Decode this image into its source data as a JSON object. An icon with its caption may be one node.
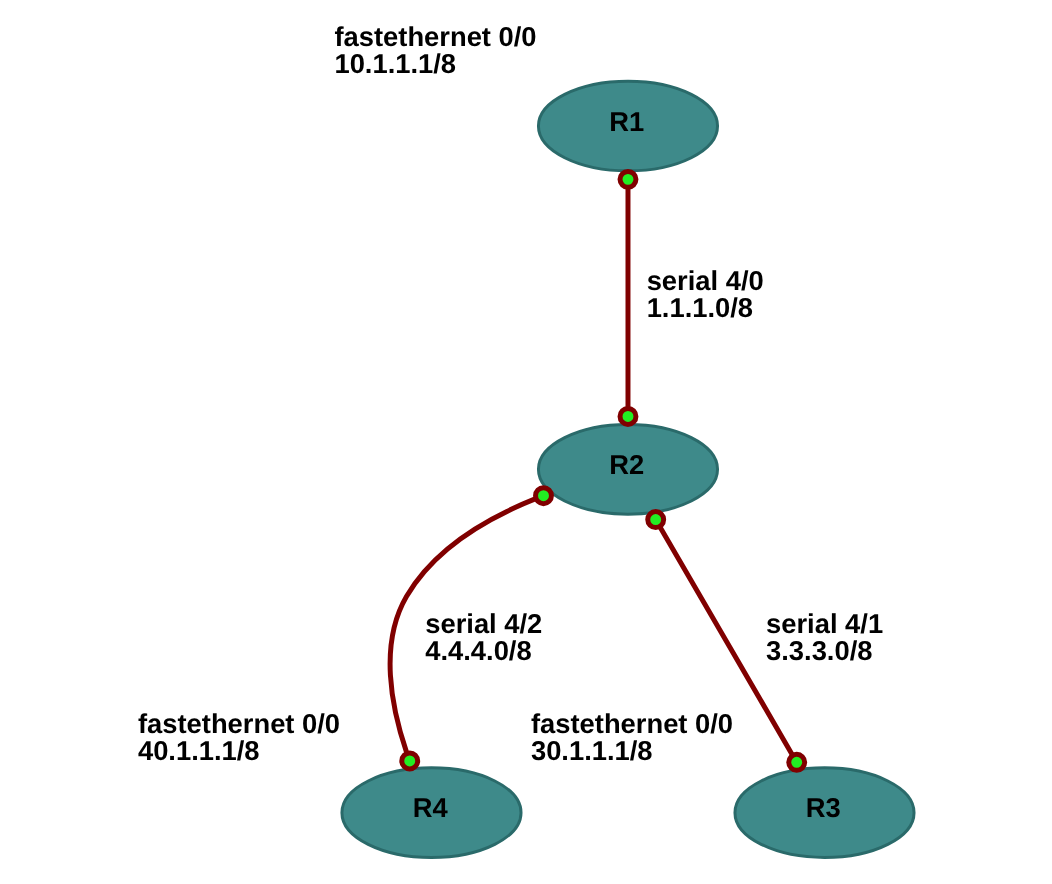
{
  "diagram": {
    "nodes": [
      {
        "text": [
          "R1"
        ],
        "beside": [
          "fastethernet 0/0 10.1.1.1/8"
        ]
      },
      {
        "text": [
          "R2"
        ]
      },
      {
        "text": [
          "R4"
        ],
        "beside": [
          "fastethernet 0/0 40.1.1.1/8"
        ]
      },
      {
        "text": [
          "R3"
        ],
        "beside": [
          "fastethernet 0/0 30.1.1.1/8"
        ]
      }
    ],
    "edges": [
      {
        "from": 0,
        "to": 1,
        "arrow": "other",
        "label": "serial 4/0 1.1.1.0/8"
      },
      {
        "from": 1,
        "to": 2,
        "arrow": "other",
        "label": "serial 4/2 4.4.4.0/8"
      },
      {
        "from": 1,
        "to": 3,
        "arrow": "other",
        "label": "serial 4/1 3.3.3.0/8"
      }
    ]
  }
}
